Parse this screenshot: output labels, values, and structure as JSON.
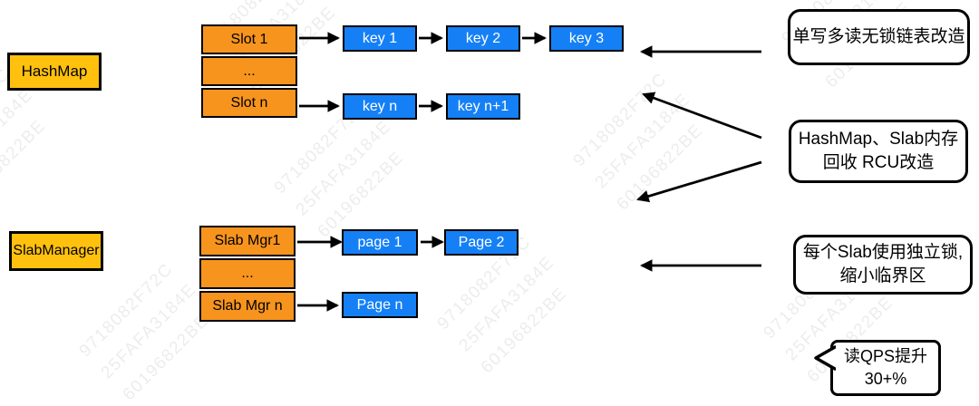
{
  "colors": {
    "gold": "#FFC10E",
    "orange": "#F7941E",
    "blue": "#1580F6",
    "line": "#000000"
  },
  "watermark": {
    "lines": [
      "9718082F72C",
      "25FAFA3184E",
      "60196822BE"
    ]
  },
  "hashmap": {
    "label": "HashMap",
    "slots": [
      "Slot 1",
      "...",
      "Slot n"
    ],
    "chains": [
      [
        "key 1",
        "key 2",
        "key 3"
      ],
      [
        "key n",
        "key n+1"
      ]
    ]
  },
  "slabmanager": {
    "label": "SlabManager",
    "slots": [
      "Slab Mgr1",
      "...",
      "Slab Mgr n"
    ],
    "chains": [
      [
        "page 1",
        "Page 2"
      ],
      [
        "Page n"
      ]
    ]
  },
  "annotations": [
    {
      "lines": [
        "单写多读无锁链表改造"
      ]
    },
    {
      "lines": [
        "HashMap、Slab内存",
        "回收 RCU改造"
      ]
    },
    {
      "lines": [
        "每个Slab使用独立锁,",
        "缩小临界区"
      ]
    }
  ],
  "callout": {
    "lines": [
      "读QPS提升",
      "30+%"
    ]
  }
}
